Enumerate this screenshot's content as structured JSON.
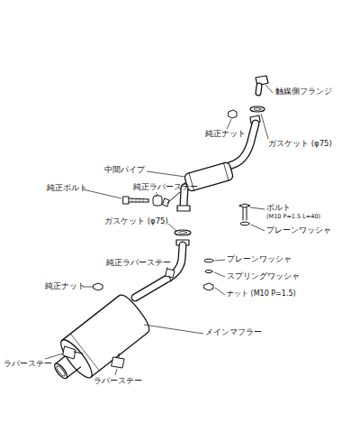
{
  "diagram": {
    "labels": [
      "触媒側フランジ",
      "純正ナット",
      "ガスケット (φ75)",
      "中間パイプ",
      "純正ボルト",
      "純正ラバーステー",
      "ボルト",
      "(M10 P=1.5 L=40)",
      "プレーンワッシャ",
      "ガスケット (φ75)",
      "純正ラバーステー",
      "プレーンワッシャ",
      "スプリングワッシャ",
      "純正ナット",
      "ナット (M10 P=1.5)",
      "メインマフラー",
      "ラバーステー",
      "ラバーステー"
    ]
  }
}
